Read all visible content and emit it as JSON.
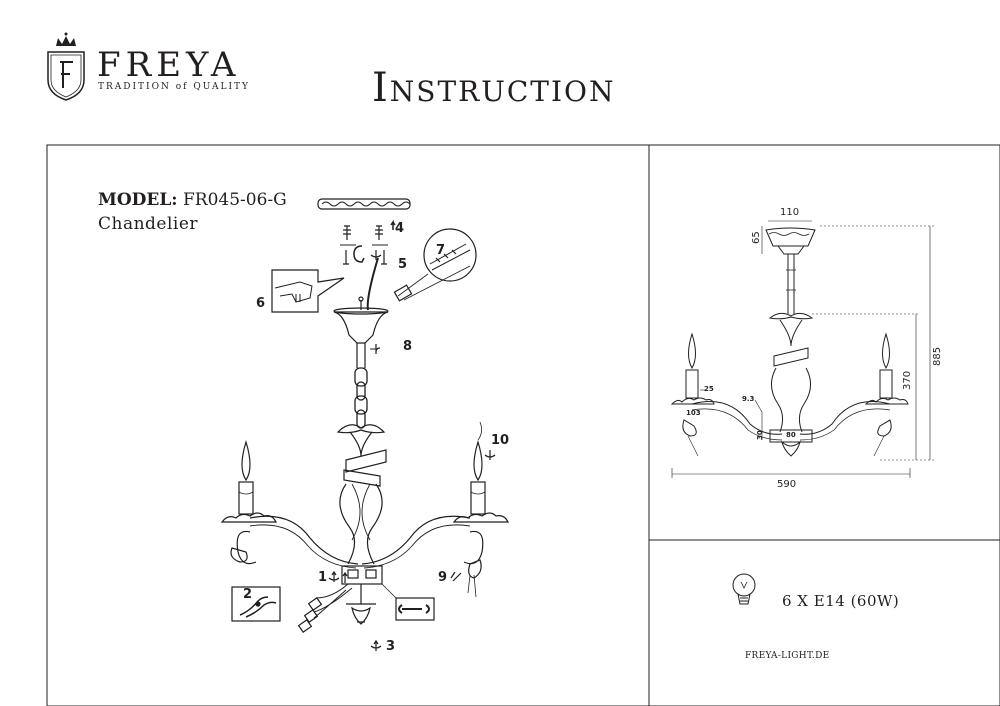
{
  "header": {
    "brand": "FREYA",
    "tagline": "TRADITION of QUALITY",
    "title": "Instruction"
  },
  "product": {
    "model_label": "MODEL:",
    "model_code": "FR045-06-G",
    "type": "Chandelier"
  },
  "steps": {
    "s1": "1",
    "s2": "2",
    "s3": "3",
    "s4": "4",
    "s5": "5",
    "s6": "6",
    "s7": "7",
    "s8": "8",
    "s9": "9",
    "s10": "10"
  },
  "dimensions": {
    "canopy_width": "110",
    "canopy_height": "65",
    "total_height": "885",
    "body_height": "370",
    "total_width": "590",
    "candle_width": "25",
    "cup_width": "103",
    "arm_tube": "9.3",
    "base_width": "80",
    "base_height": "30"
  },
  "specs": {
    "bulbs": "6 X E14 (60W)",
    "website": "FREYA-LIGHT.DE"
  },
  "colors": {
    "ink": "#231f20",
    "background": "#ffffff"
  }
}
